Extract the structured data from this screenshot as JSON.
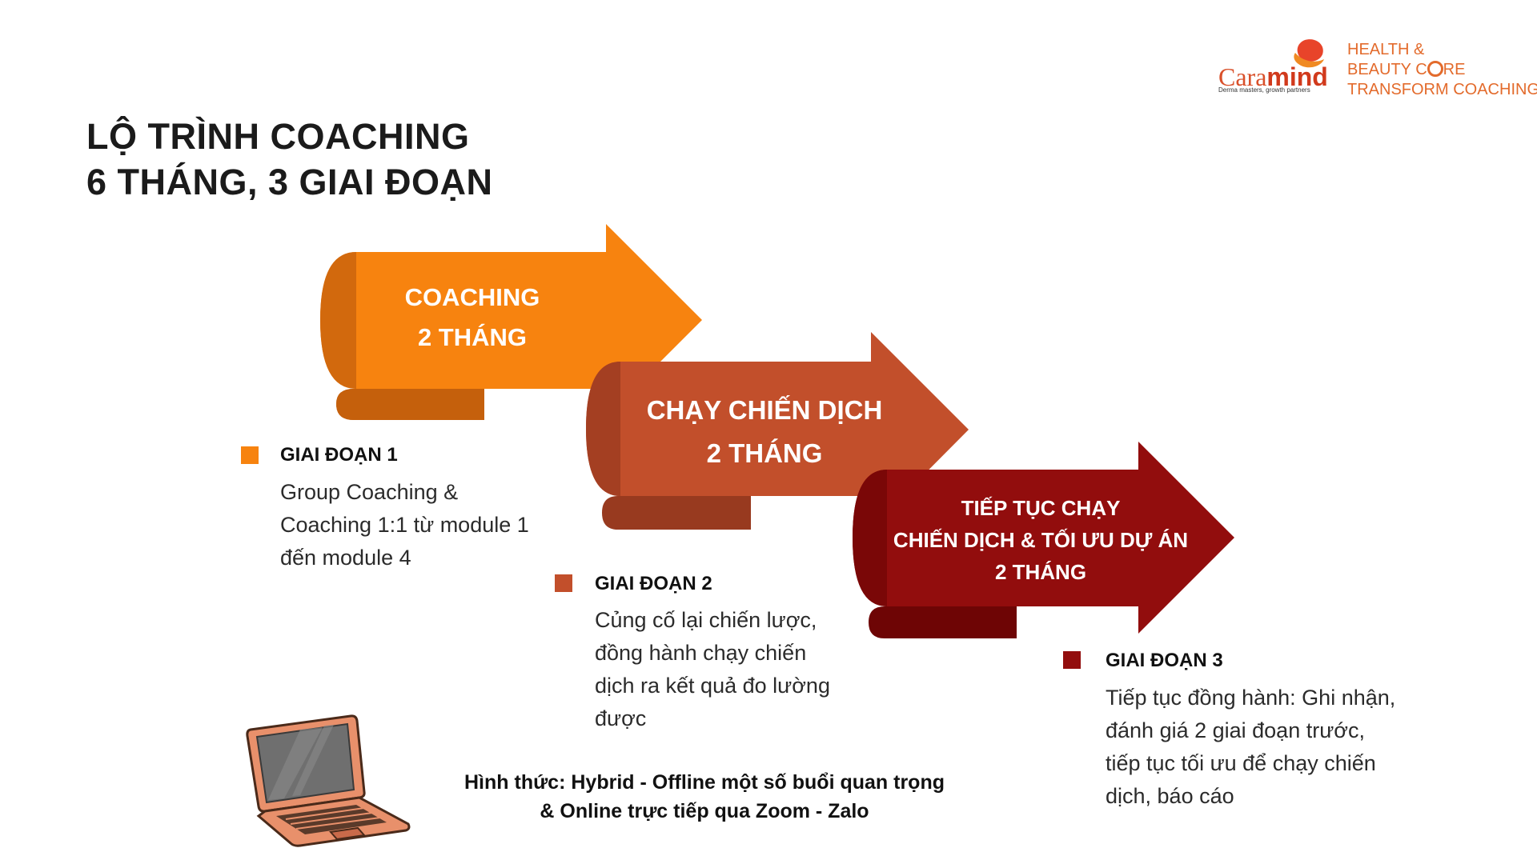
{
  "title": {
    "line1": "LỘ TRÌNH COACHING",
    "line2": "6 THÁNG, 3 GIAI ĐOẠN"
  },
  "logo": {
    "brand_a": "Cara",
    "brand_b": "mind",
    "tagline": "Derma masters, growth partners",
    "right_line1": "HEALTH &",
    "right_line2_a": "BEAUTY C",
    "right_line2_b": "RE",
    "right_line3": "TRANSFORM COACHING"
  },
  "arrows": [
    {
      "lines": [
        "COACHING",
        "2 THÁNG"
      ],
      "color": "#f7830f",
      "dark": "#d2690d",
      "shadow": "#c5600c"
    },
    {
      "lines": [
        "CHẠY CHIẾN DỊCH",
        "2 THÁNG"
      ],
      "color": "#c24f2b",
      "dark": "#a43f22",
      "shadow": "#983a1f"
    },
    {
      "lines": [
        "TIẾP TỤC CHẠY",
        "CHIẾN DỊCH & TỐI ƯU DỰ ÁN",
        "2 THÁNG"
      ],
      "color": "#920d0d",
      "dark": "#7a0707",
      "shadow": "#6e0505"
    }
  ],
  "phases": [
    {
      "label": "GIAI ĐOẠN 1",
      "color": "#f7830f",
      "desc": [
        "Group Coaching &",
        "Coaching 1:1 từ module 1",
        "đến module 4"
      ]
    },
    {
      "label": "GIAI ĐOẠN 2",
      "color": "#c24f2b",
      "desc": [
        "Củng cố lại chiến lược,",
        "đồng hành chạy chiến",
        "dịch ra kết quả đo lường",
        "được"
      ]
    },
    {
      "label": "GIAI ĐOẠN 3",
      "color": "#920d0d",
      "desc": [
        "Tiếp tục đồng hành: Ghi nhận,",
        "đánh giá 2 giai đoạn trước,",
        "tiếp tục tối ưu để chạy chiến",
        "dịch, báo cáo"
      ]
    }
  ],
  "footer": {
    "line1": "Hình thức: Hybrid - Offline một số buổi quan trọng",
    "line2": "& Online trực tiếp qua Zoom - Zalo"
  },
  "icons": {
    "laptop": "laptop-icon"
  }
}
